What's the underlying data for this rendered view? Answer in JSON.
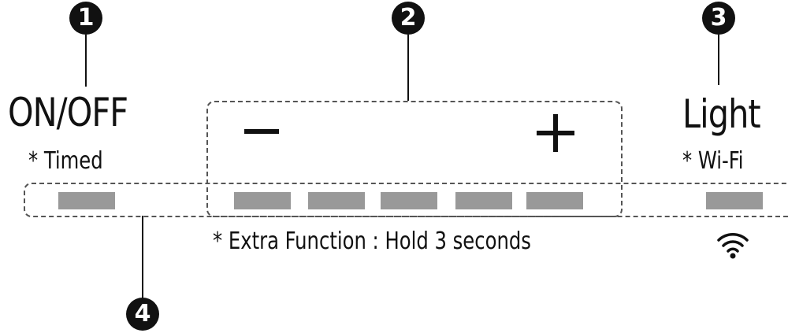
{
  "callouts": [
    "1",
    "2",
    "3",
    "4"
  ],
  "labels": {
    "on_off": "ON/OFF",
    "timed": "* Timed",
    "light": "Light",
    "wifi": "* Wi-Fi",
    "extra_function": "* Extra Function : Hold 3 seconds"
  },
  "symbols": {
    "minus": "minus-icon",
    "plus": "plus-icon",
    "wifi": "wifi-icon"
  },
  "colors": {
    "callout": "#111111",
    "segment": "#999999",
    "dashed_border": "#555555"
  }
}
